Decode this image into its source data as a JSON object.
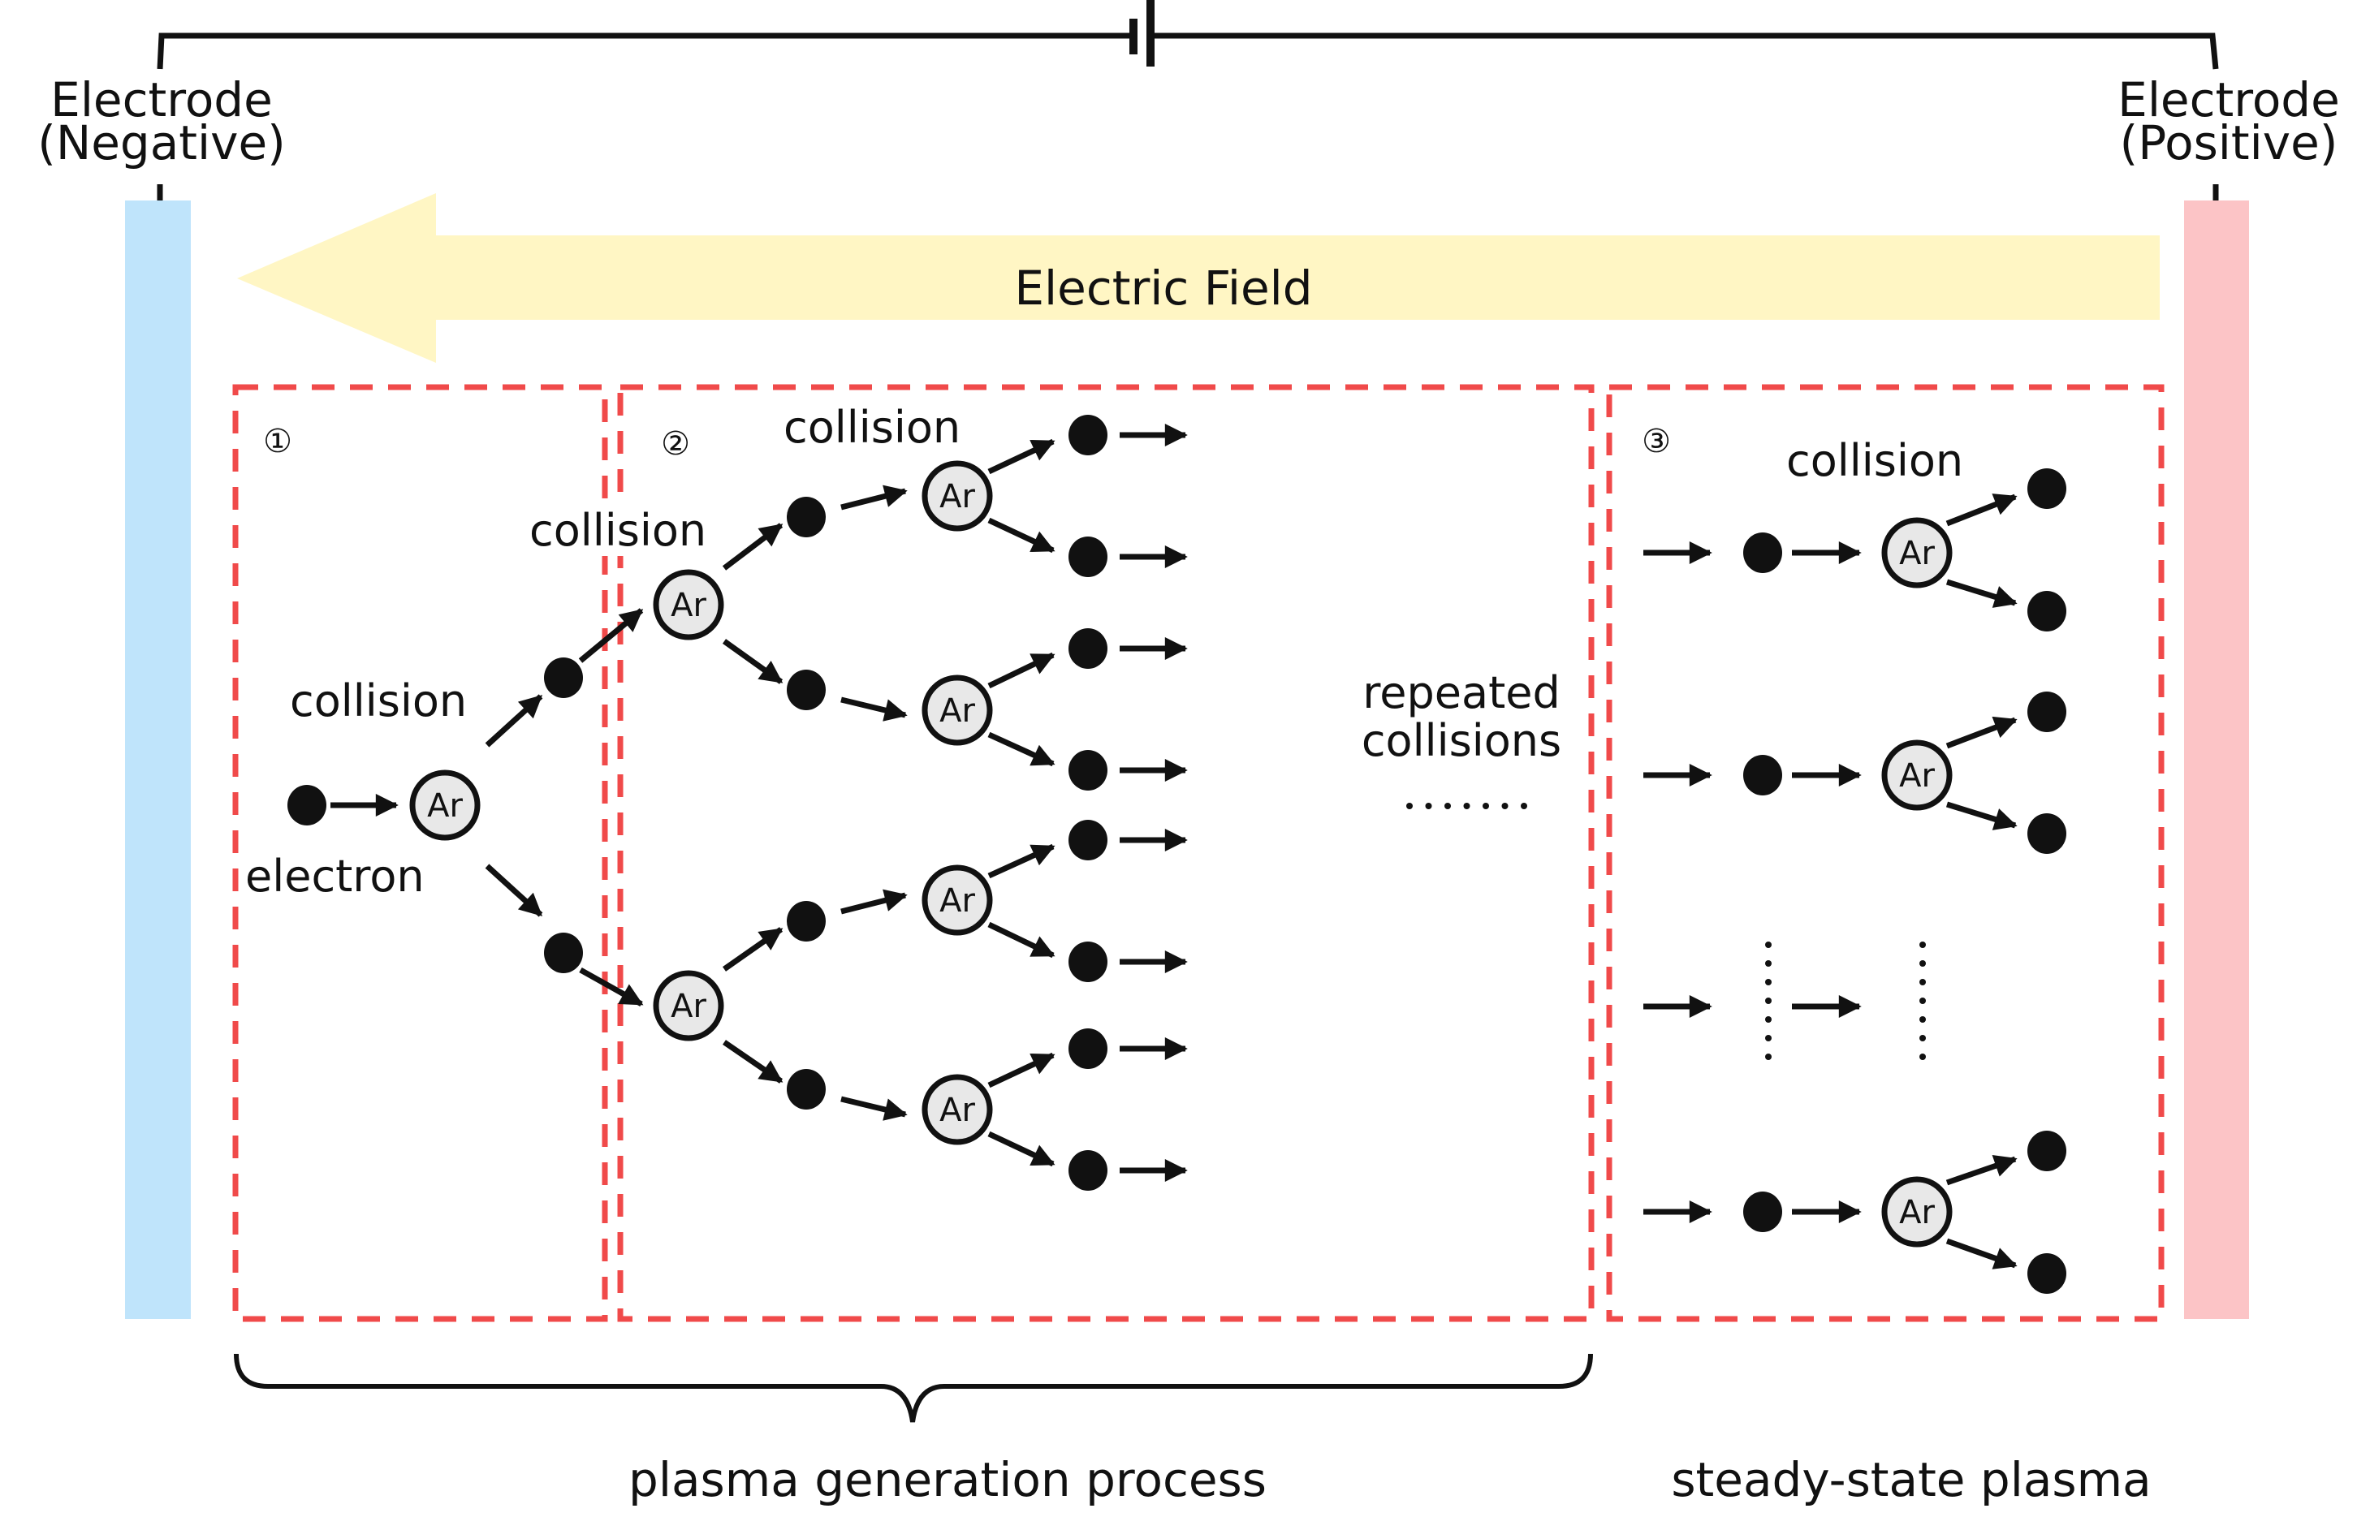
{
  "colors": {
    "negative_electrode": "#bfe4fb",
    "positive_electrode": "#fcc4c6",
    "electric_field": "#fff6c4",
    "dashed_border": "#f04a4a",
    "electron": "#111111",
    "argon_fill": "#e8e8e8",
    "ink": "#111111"
  },
  "electrodes": {
    "negative": {
      "line1": "Electrode",
      "line2": "(Negative)"
    },
    "positive": {
      "line1": "Electrode",
      "line2": "(Positive)"
    }
  },
  "battery": {
    "icon": "battery-symbol-icon"
  },
  "electric_field": {
    "label": "Electric Field",
    "direction": "left"
  },
  "stages": [
    {
      "number": "①",
      "label": "collision",
      "electron_label": "electron"
    },
    {
      "number": "②",
      "label": "collision",
      "label_2": "collision",
      "note_line1": "repeated",
      "note_line2": "collisions",
      "ellipsis": "……."
    },
    {
      "number": "③",
      "label": "collision"
    }
  ],
  "argon_label": "Ar",
  "braces": [
    {
      "label": "plasma generation process"
    },
    {
      "label": "steady-state plasma"
    }
  ]
}
